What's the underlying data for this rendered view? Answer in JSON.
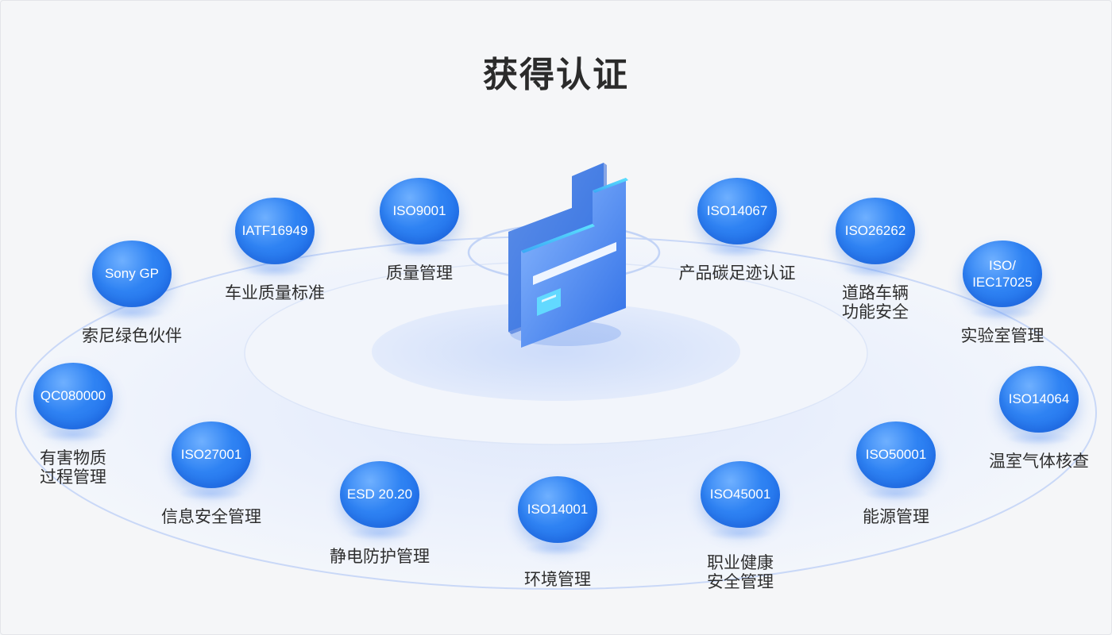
{
  "title": "获得认证",
  "colors": {
    "bubble": "#2f83f3",
    "ring": "#c9d8f7",
    "background": "#f5f6f8"
  },
  "center_icon": "certificate-folder-icon",
  "certifications": [
    {
      "id": "sony-gp",
      "code": "Sony GP",
      "label": "索尼绿色伙伴"
    },
    {
      "id": "iatf16949",
      "code": "IATF16949",
      "label": "车业质量标准"
    },
    {
      "id": "iso9001",
      "code": "ISO9001",
      "label": "质量管理"
    },
    {
      "id": "iso14067",
      "code": "ISO14067",
      "label": "产品碳足迹认证"
    },
    {
      "id": "iso26262",
      "code": "ISO26262",
      "label": "道路车辆\n功能安全"
    },
    {
      "id": "iso-iec17025",
      "code": "ISO/\nIEC17025",
      "label": "实验室管理"
    },
    {
      "id": "qc080000",
      "code": "QC080000",
      "label": "有害物质\n过程管理"
    },
    {
      "id": "iso14064",
      "code": "ISO14064",
      "label": "温室气体核查"
    },
    {
      "id": "iso27001",
      "code": "ISO27001",
      "label": "信息安全管理"
    },
    {
      "id": "esd2020",
      "code": "ESD 20.20",
      "label": "静电防护管理"
    },
    {
      "id": "iso14001",
      "code": "ISO14001",
      "label": "环境管理"
    },
    {
      "id": "iso45001",
      "code": "ISO45001",
      "label": "职业健康\n安全管理"
    },
    {
      "id": "iso50001",
      "code": "ISO50001",
      "label": "能源管理"
    }
  ]
}
